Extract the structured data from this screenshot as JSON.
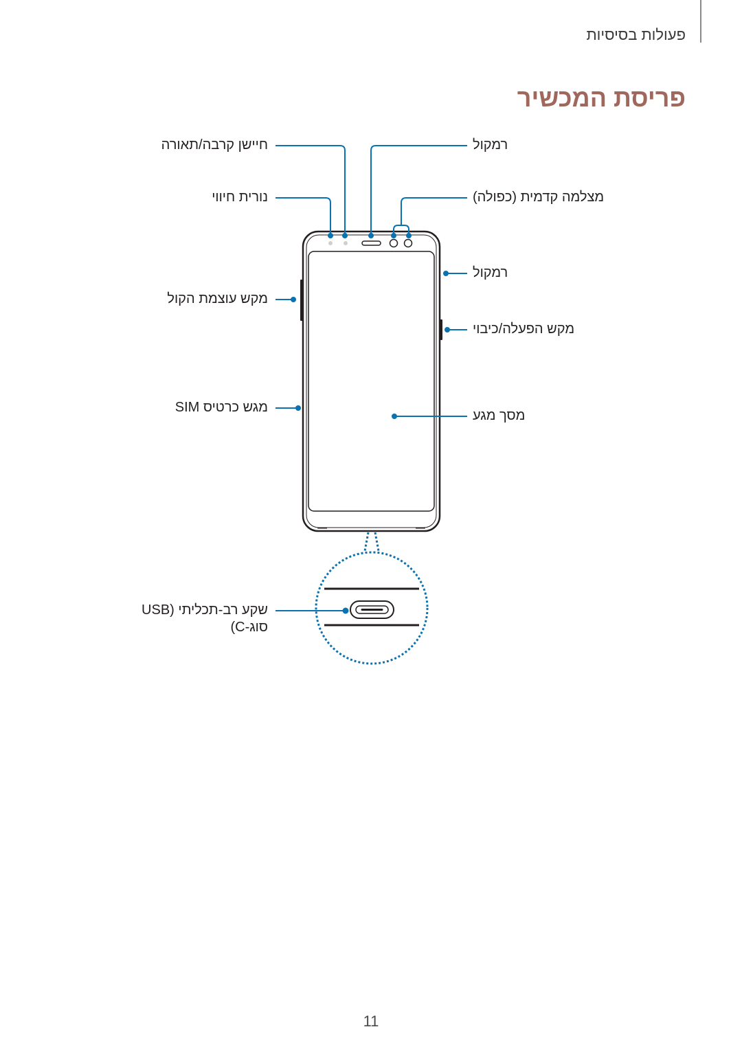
{
  "header": {
    "section": "פעולות בסיסיות"
  },
  "heading": "פריסת המכשיר",
  "labels": {
    "light_sensor": "חיישן קרבה/תאורה",
    "led": "נורית חיווי",
    "volume": "מקש עוצמת הקול",
    "sim_tray": "מגש כרטיס SIM",
    "usb_line1": "שקע רב-תכליתי (USB",
    "usb_line2": "סוג-C)",
    "earpiece": "רמקול",
    "front_camera": "מצלמה קדמית (כפולה)",
    "speaker": "רמקול",
    "power_key": "מקש הפעלה/כיבוי",
    "touchscreen": "מסך מגע"
  },
  "colors": {
    "callout": "#0a72b0",
    "heading": "#a0685c",
    "device_outline": "#231f20"
  },
  "page_number": "11"
}
